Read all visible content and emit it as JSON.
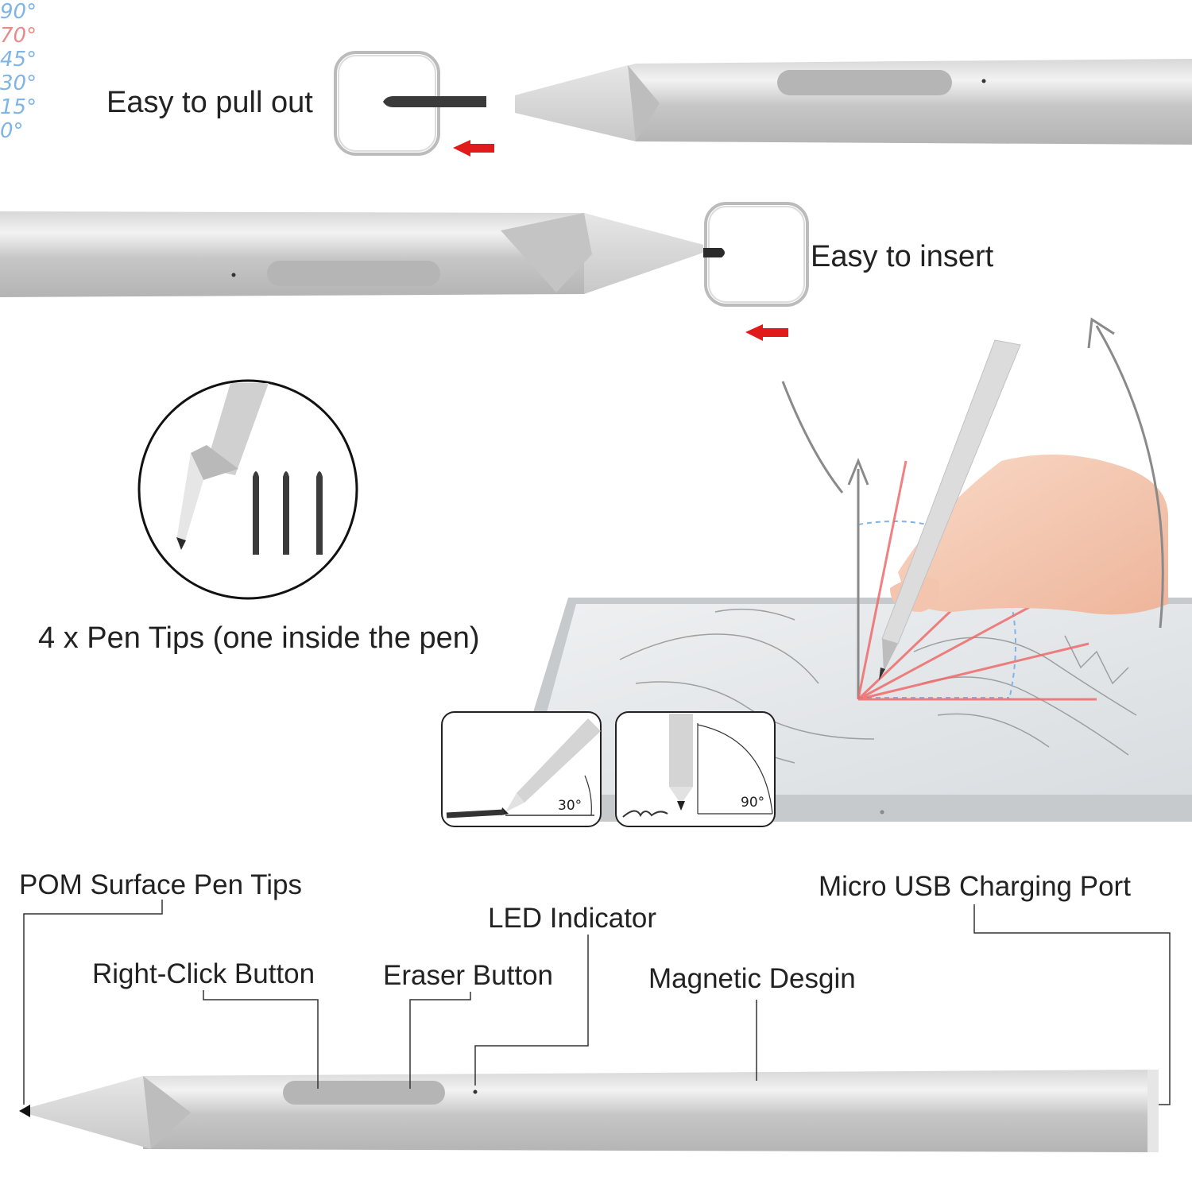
{
  "labels": {
    "pull_out": "Easy to pull out",
    "insert": "Easy to insert",
    "tips_count": "4 x Pen Tips (one inside the pen)",
    "pom_tips": "POM Surface Pen Tips",
    "micro_usb": "Micro USB Charging Port",
    "led": "LED  Indicator",
    "right_click": "Right-Click Button",
    "eraser": "Eraser Button",
    "magnetic": "Magnetic Desgin"
  },
  "angles": {
    "a90": "90°",
    "a70": "70°",
    "a45": "45°",
    "a30": "30°",
    "a15": "15°",
    "a0": "0°"
  },
  "insets": {
    "left_angle": "30°",
    "right_angle": "90°"
  },
  "colors": {
    "pen_silver": "#c9c9c9",
    "pen_highlight": "#ececec",
    "arrow_red": "#e11b1b",
    "angle_red": "#ef6b6b",
    "angle_blue": "#7fb4e6"
  }
}
